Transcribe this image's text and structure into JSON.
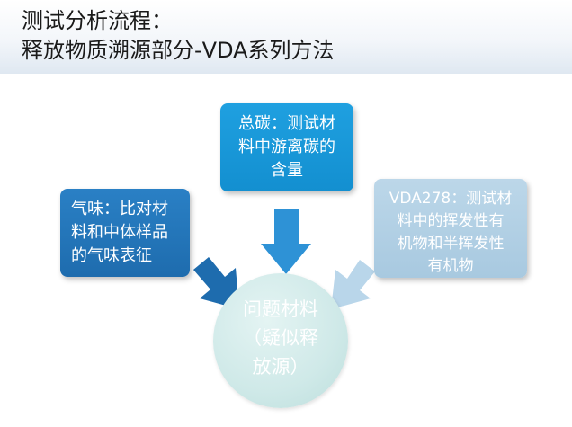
{
  "header": {
    "title_line1": "测试分析流程：",
    "title_line2": "释放物质溯源部分-VDA系列方法"
  },
  "diagram": {
    "left_box": "气味：比对材\n料和中体样品\n的气味表征",
    "center_box": "总碳：测试材\n料中游离碳的\n含量",
    "right_box": "VDA278：测试材\n料中的挥发性有\n机物和半挥发性\n有机物",
    "center_circle": "问题材料\n（疑似释\n放源）"
  },
  "colors": {
    "left_box": "#1e6cae",
    "center_box": "#138fd0",
    "right_box": "#a8c9e0",
    "circle": "#cfe9e8"
  }
}
